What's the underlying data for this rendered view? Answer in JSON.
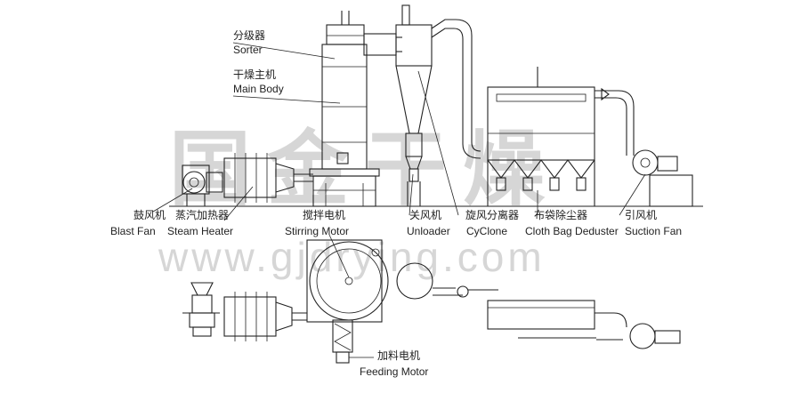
{
  "watermark": {
    "cn": "国金干燥",
    "url": "www.gjdrying.com"
  },
  "labels": {
    "sorter": {
      "zh": "分级器",
      "en": "Sorter"
    },
    "main_body": {
      "zh": "干燥主机",
      "en": "Main Body"
    },
    "blast_fan": {
      "zh": "鼓风机",
      "en": "Blast Fan"
    },
    "steam_heater": {
      "zh": "蒸汽加热器",
      "en": "Steam Heater"
    },
    "stirring_motor": {
      "zh": "搅拌电机",
      "en": "Stirring Motor"
    },
    "unloader": {
      "zh": "关风机",
      "en": "Unloader"
    },
    "cyclone": {
      "zh": "旋风分离器",
      "en": "CyClone"
    },
    "cloth_bag": {
      "zh": "布袋除尘器",
      "en": "Cloth Bag Deduster"
    },
    "suction_fan": {
      "zh": "引风机",
      "en": "Suction Fan"
    },
    "feeding_motor": {
      "zh": "加料电机",
      "en": "Feeding Motor"
    }
  },
  "colors": {
    "line": "#222222",
    "watermark": "#d6d6d6",
    "background": "#ffffff"
  }
}
